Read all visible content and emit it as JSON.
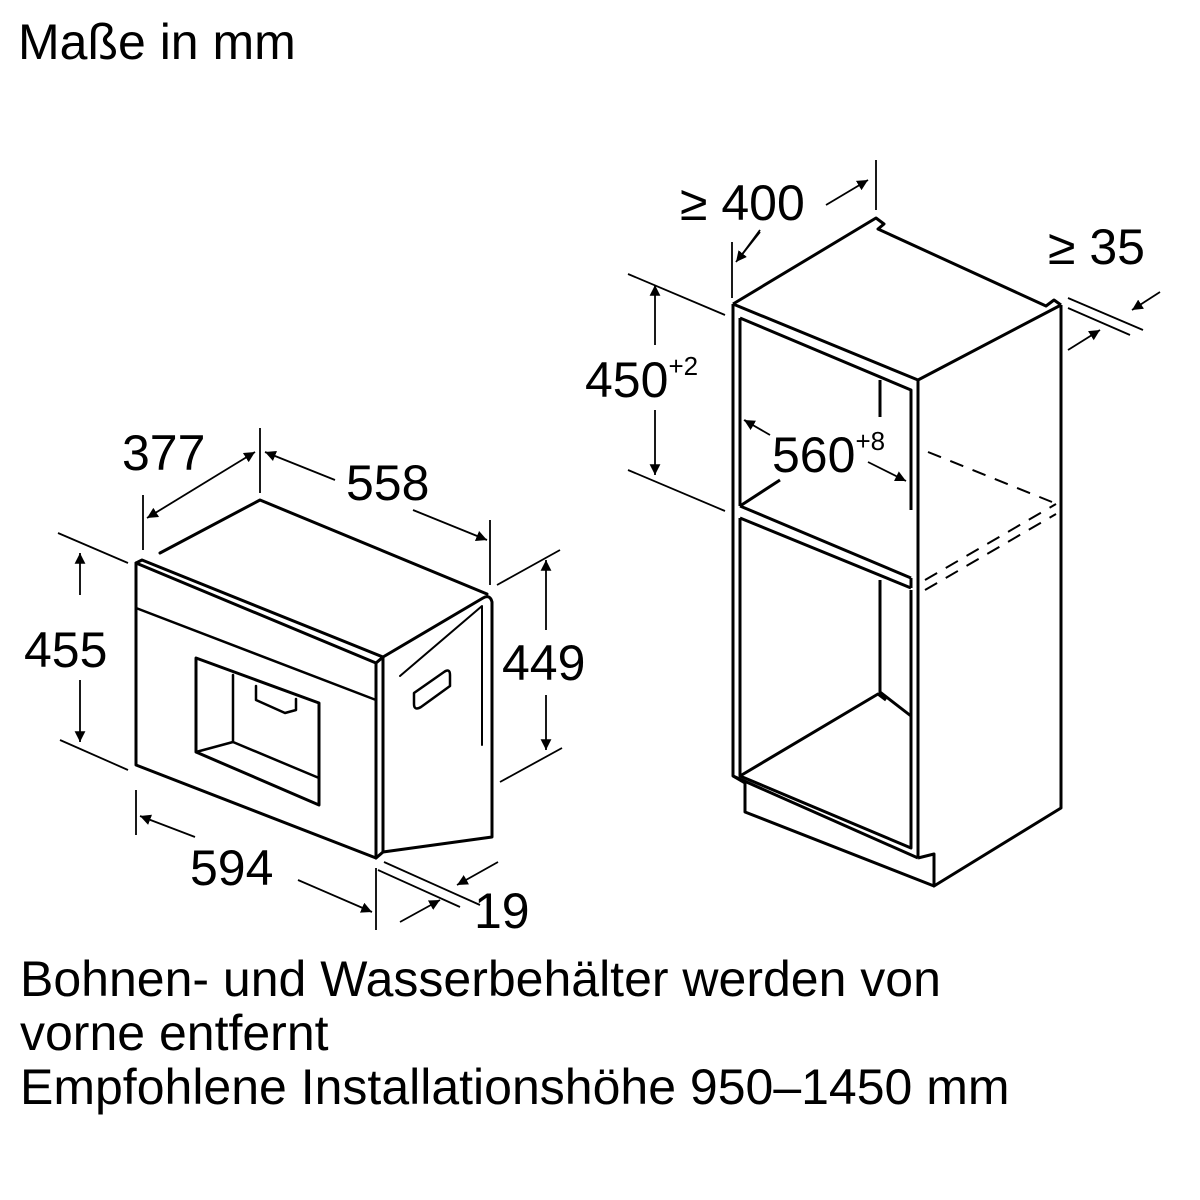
{
  "title": "Maße in mm",
  "appliance": {
    "depth_total": "377",
    "depth_body": "558",
    "height_front": "455",
    "height_body": "449",
    "width_front": "594",
    "front_thickness": "19"
  },
  "niche": {
    "depth_min": "≥ 400",
    "gap_min": "≥ 35",
    "height": "450",
    "height_tolerance": "+2",
    "width": "560",
    "width_tolerance": "+8"
  },
  "notes": [
    "Bohnen- und Wasserbehälter werden von",
    "vorne entfernt",
    "Empfohlene Installationshöhe 950–1450 mm"
  ],
  "colors": {
    "line": "#000000",
    "background": "#ffffff"
  }
}
